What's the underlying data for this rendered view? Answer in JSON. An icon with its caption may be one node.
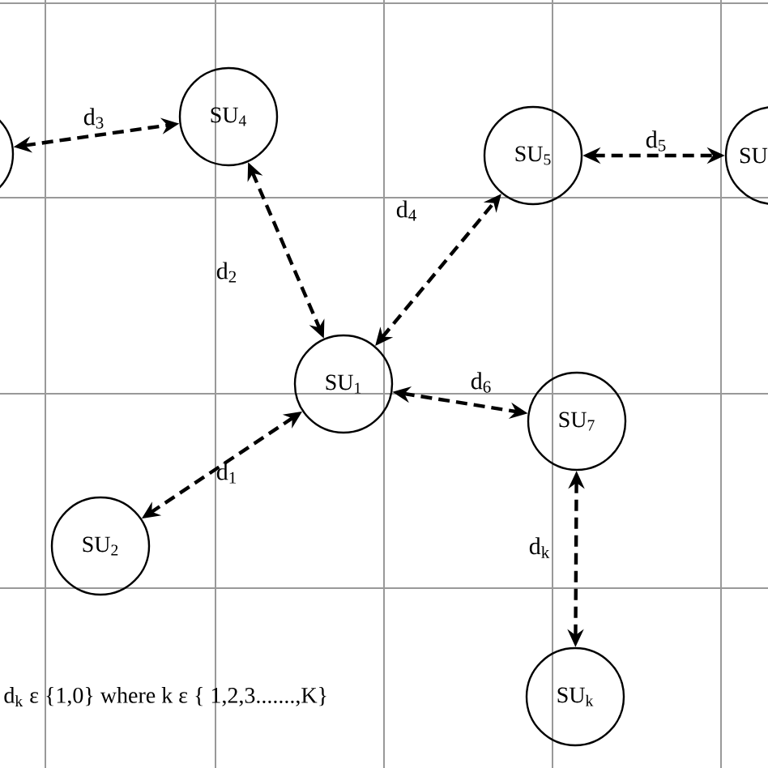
{
  "diagram": {
    "nodes": [
      {
        "text": [],
        "shape": "circle"
      },
      {
        "text": [
          "SU$_{4}$"
        ]
      },
      {
        "text": [
          "SU$_{5}$"
        ]
      },
      {
        "text": [
          "SU"
        ]
      },
      {
        "text": [
          "SU$_{1}$"
        ]
      },
      {
        "text": [
          "SU$_{7}$"
        ]
      },
      {
        "text": [
          "SU$_{2}$"
        ]
      },
      {
        "text": [
          "SU$_{k}$"
        ]
      }
    ],
    "edges": [
      {
        "from": 0,
        "to": 1,
        "arrow": "both",
        "label": "d$_{3}$",
        "style": "dashed"
      },
      {
        "from": 1,
        "to": 4,
        "arrow": "both",
        "label": "d$_{2}$",
        "style": "dashed"
      },
      {
        "from": 4,
        "to": 2,
        "arrow": "both",
        "label": "d$_{4}$",
        "style": "dashed"
      },
      {
        "from": 2,
        "to": 3,
        "arrow": "both",
        "label": "d$_{5}$",
        "style": "dashed"
      },
      {
        "from": 4,
        "to": 5,
        "arrow": "both",
        "label": "d$_{6}$",
        "style": "dashed"
      },
      {
        "from": 4,
        "to": 6,
        "arrow": "both",
        "label": "d$_{1}$",
        "style": "dashed"
      },
      {
        "from": 5,
        "to": 7,
        "arrow": "both",
        "label": "d$_{k}$",
        "style": "dashed"
      }
    ],
    "labels": [
      "d$_{k}$ ε {1,0} where k ε { 1,2,3.......,K}"
    ]
  }
}
